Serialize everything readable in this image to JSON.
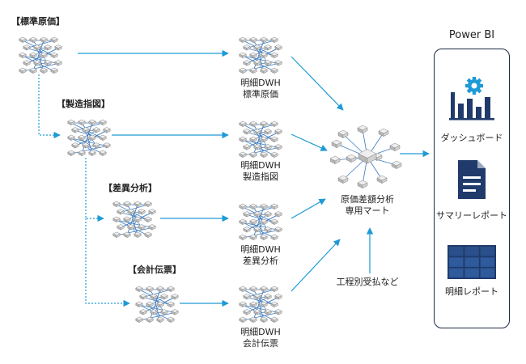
{
  "sources": [
    {
      "label": "【標準原価】"
    },
    {
      "label": "【製造指図】"
    },
    {
      "label": "【差異分析】"
    },
    {
      "label": "【会計伝票】"
    }
  ],
  "details": [
    {
      "line1": "明細DWH",
      "line2": "標準原価"
    },
    {
      "line1": "明細DWH",
      "line2": "製造指図"
    },
    {
      "line1": "明細DWH",
      "line2": "差異分析"
    },
    {
      "line1": "明細DWH",
      "line2": "会計伝票"
    }
  ],
  "mart": {
    "line1": "原価差額分析",
    "line2": "専用マート"
  },
  "extra_input": {
    "label": "工程別受払など"
  },
  "powerbi": {
    "title": "Power BI",
    "items": [
      {
        "label": "ダッシュボード",
        "icon": "dashboard-chart-gear-icon"
      },
      {
        "label": "サマリーレポート",
        "icon": "document-report-icon"
      },
      {
        "label": "明細レポート",
        "icon": "grid-table-icon"
      }
    ]
  },
  "colors": {
    "arrow": "#1e9ad6",
    "icon": "#1f3a6b",
    "gear": "#1e9ad6",
    "border": "#1a2a44"
  }
}
